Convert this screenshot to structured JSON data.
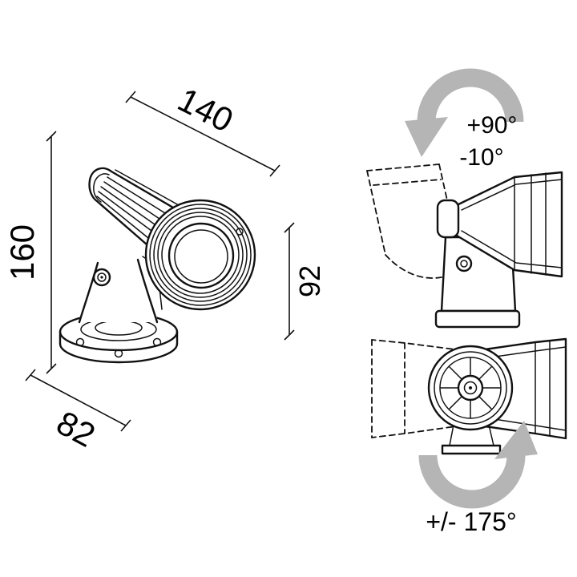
{
  "diagram": {
    "colors": {
      "arrow_gray": "#b5b5b5",
      "line": "#111111"
    },
    "dimensions": {
      "width": "140",
      "height": "160",
      "head": "92",
      "base": "82"
    },
    "rotations": {
      "tilt_up": "+90°",
      "tilt_down": "-10°",
      "pan": "+/- 175°"
    }
  }
}
